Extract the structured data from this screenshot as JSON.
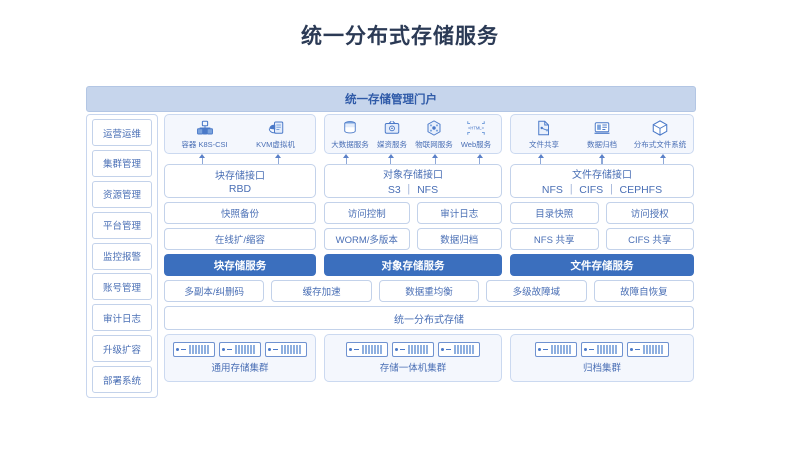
{
  "page": {
    "title": "统一分布式存储服务"
  },
  "portal": {
    "label": "统一存储管理门户"
  },
  "sidebar": {
    "items": [
      {
        "label": "运营运维"
      },
      {
        "label": "集群管理"
      },
      {
        "label": "资源管理"
      },
      {
        "label": "平台管理"
      },
      {
        "label": "监控报警"
      },
      {
        "label": "账号管理"
      },
      {
        "label": "审计日志"
      },
      {
        "label": "升级扩容"
      },
      {
        "label": "部署系统"
      }
    ]
  },
  "consumers": {
    "block": [
      {
        "icon": "container-icon",
        "label": "容器 K8S-CSI"
      },
      {
        "icon": "kvm-icon",
        "label": "KVM虚拟机"
      }
    ],
    "object": [
      {
        "icon": "bigdata-icon",
        "label": "大数据服务"
      },
      {
        "icon": "media-icon",
        "label": "媒资服务"
      },
      {
        "icon": "iot-icon",
        "label": "物联网服务"
      },
      {
        "icon": "web-icon",
        "label": "Web服务"
      }
    ],
    "file": [
      {
        "icon": "file-share-icon",
        "label": "文件共享"
      },
      {
        "icon": "data-archive-icon",
        "label": "数据归档"
      },
      {
        "icon": "distributed-fs-icon",
        "label": "分布式文件系统"
      }
    ]
  },
  "interfaces": {
    "block": {
      "title": "块存储接口",
      "protocols": "RBD"
    },
    "object": {
      "title": "对象存储接口",
      "protocols": "S3 ｜ NFS"
    },
    "file": {
      "title": "文件存储接口",
      "protocols": "NFS ｜ CIFS ｜ CEPHFS"
    }
  },
  "features": {
    "row1": {
      "block": [
        "快照备份"
      ],
      "object": [
        "访问控制",
        "审计日志"
      ],
      "file": [
        "目录快照",
        "访问授权"
      ]
    },
    "row2": {
      "block": [
        "在线扩/缩容"
      ],
      "object": [
        "WORM/多版本",
        "数据归档"
      ],
      "file": [
        "NFS 共享",
        "CIFS 共享"
      ]
    }
  },
  "services": {
    "block": "块存储服务",
    "object": "对象存储服务",
    "file": "文件存储服务"
  },
  "capabilities": [
    "多副本/纠删码",
    "缓存加速",
    "数据重均衡",
    "多级故障域",
    "故障自恢复"
  ],
  "unified": {
    "label": "统一分布式存储"
  },
  "clusters": [
    {
      "label": "通用存储集群",
      "nodes": 3
    },
    {
      "label": "存储一体机集群",
      "nodes": 3
    },
    {
      "label": "归档集群",
      "nodes": 3
    }
  ],
  "colors": {
    "accent_blue": "#3b6fbe",
    "header_blue": "#c6d5ec",
    "text_blue": "#4a6fb5",
    "panel_bg": "#f4f7fd",
    "border": "#c3d2ea",
    "title_color": "#2b3a55"
  }
}
